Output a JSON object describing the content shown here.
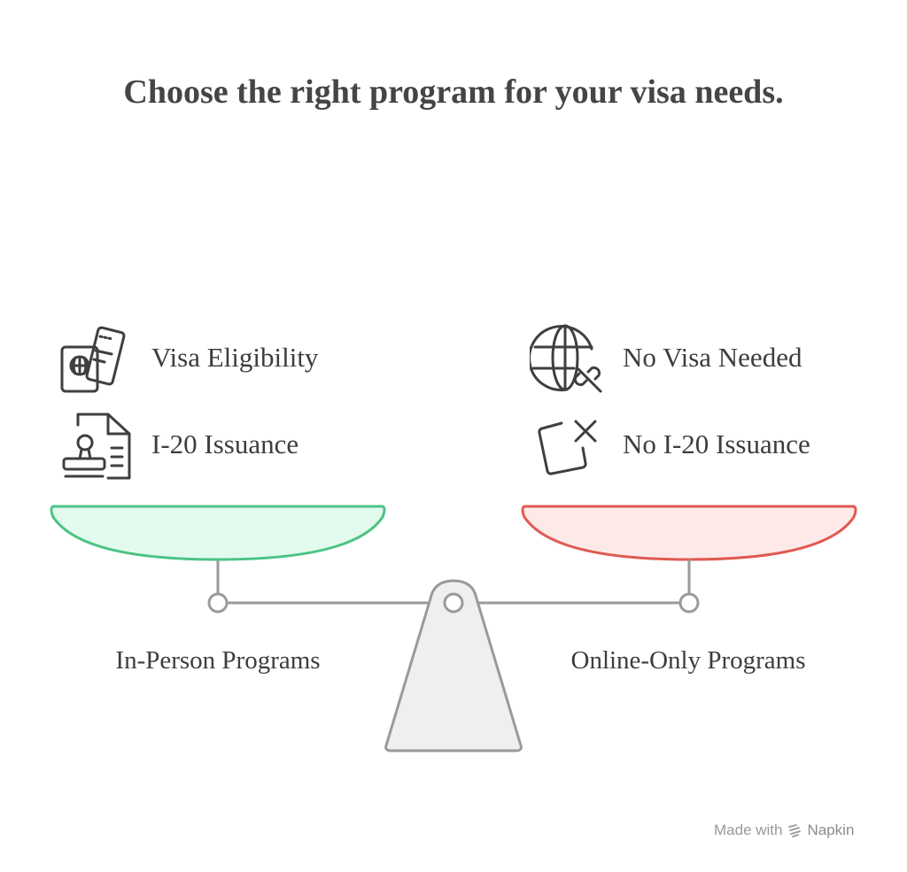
{
  "title": "Choose the right program for your visa needs.",
  "left": {
    "label": "In-Person Programs",
    "color": "#4cc384",
    "fill": "#e2fbee",
    "items": [
      {
        "label": "Visa Eligibility",
        "icon": "passport-ticket-icon"
      },
      {
        "label": "I-20 Issuance",
        "icon": "document-stamp-icon"
      }
    ]
  },
  "right": {
    "label": "Online-Only Programs",
    "color": "#e05a52",
    "fill": "#fde9e8",
    "items": [
      {
        "label": "No Visa Needed",
        "icon": "globe-broken-link-icon"
      },
      {
        "label": "No I-20 Issuance",
        "icon": "document-x-icon"
      }
    ]
  },
  "footer": {
    "prefix": "Made with",
    "brand": "Napkin"
  }
}
